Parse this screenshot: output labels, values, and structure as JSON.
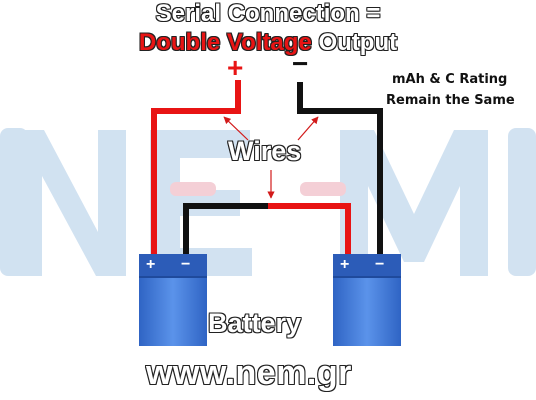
{
  "title": {
    "line1": "Serial Connection =",
    "line2_highlight": "Double Voltage",
    "line2_rest": " Output"
  },
  "output_terminals": {
    "positive": "+",
    "negative": "−"
  },
  "note": {
    "line1": "mAh & C Rating",
    "line2": "Remain the Same"
  },
  "wires_label": "Wires",
  "battery_label": "Battery",
  "battery_terminals": {
    "positive": "+",
    "negative": "−"
  },
  "website": "www.nem.gr",
  "colors": {
    "positive_wire": "#e81414",
    "negative_wire": "#111111",
    "battery_body": "#3d7ad8",
    "watermark": "#c9dcec"
  },
  "watermark_text": "NEM"
}
